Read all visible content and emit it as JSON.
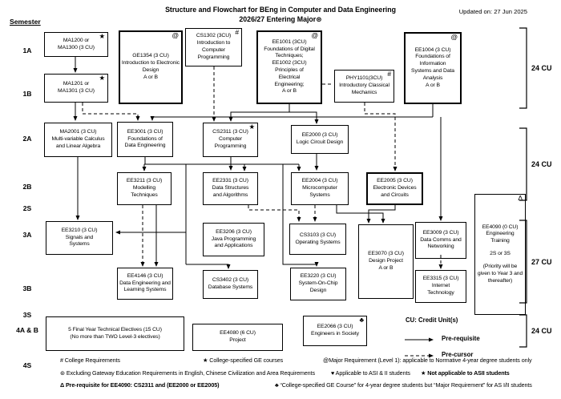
{
  "header": {
    "title_line1": "Structure and Flowchart for BEng in Computer and Data Engineering",
    "title_line2": "2026/27 Entering Major⊛",
    "updated": "Updated on: 27 Jun 2025",
    "semester_heading": "Semester"
  },
  "semesters": [
    "1A",
    "1B",
    "2A",
    "2B",
    "2S",
    "3A",
    "3B",
    "3S",
    "4A & B",
    "4S"
  ],
  "courses": [
    {
      "id": "MA1200",
      "symbol": "★",
      "lines": [
        "MA1200 or",
        "MA1300 (3 CU)"
      ]
    },
    {
      "id": "MA1201",
      "symbol": "★",
      "lines": [
        "MA1201 or",
        "MA1301 (3 CU)"
      ]
    },
    {
      "id": "GE1354",
      "symbol": "@",
      "lines": [
        "GE1354 (3 CU)",
        "Introduction to Electronic",
        "Design",
        "A or B"
      ]
    },
    {
      "id": "CS1302",
      "symbol": "#",
      "lines": [
        "CS1302 (3CU)",
        "Introduction to",
        "Computer",
        "Programming"
      ]
    },
    {
      "id": "EE1001",
      "symbol": "@",
      "lines": [
        "EE1001 (3CU)",
        "Foundations of Digital",
        "Techniques;",
        "EE1002 (3CU)",
        "Principles of",
        "Electrical",
        "Engineering;",
        "A or B"
      ]
    },
    {
      "id": "PHY1101",
      "symbol": "#",
      "lines": [
        "PHY1101(3CU)",
        "Introductory Classical",
        "Mechanics"
      ]
    },
    {
      "id": "EE1004",
      "symbol": "@",
      "lines": [
        "EE1004 (3 CU)",
        "Foundations of",
        "Information",
        "Systems and Data",
        "Analysis",
        "A or B"
      ]
    },
    {
      "id": "MA2001",
      "symbol": "",
      "lines": [
        "MA2001 (3 CU)",
        "Multi-variable Calculus",
        "and Linear Algebra"
      ]
    },
    {
      "id": "EE3001",
      "symbol": "",
      "lines": [
        "EE3001 (3 CU)",
        "Foundations of",
        "Data Engineering"
      ]
    },
    {
      "id": "CS2311",
      "symbol": "★",
      "lines": [
        "CS2311 (3 CU)",
        "Computer",
        "Programming"
      ]
    },
    {
      "id": "EE2000",
      "symbol": "",
      "lines": [
        "EE2000 (3 CU)",
        "Logic Circuit Design"
      ]
    },
    {
      "id": "EE3211",
      "symbol": "",
      "lines": [
        "EE3211 (3 CU)",
        "Modelling",
        "Techniques"
      ]
    },
    {
      "id": "EE2331",
      "symbol": "",
      "lines": [
        "EE2331 (3 CU)",
        "Data Structures",
        "and Algorithms"
      ]
    },
    {
      "id": "EE2004",
      "symbol": "",
      "lines": [
        "EE2004  (3 CU)",
        "Microcomputer",
        "Systems"
      ]
    },
    {
      "id": "EE2005",
      "symbol": "",
      "lines": [
        "EE2005 (3 CU)",
        "Electronic Devices",
        "and Circuits"
      ]
    },
    {
      "id": "EE3210",
      "symbol": "",
      "lines": [
        "EE3210  (3 CU)",
        "Signals and",
        "Systems"
      ]
    },
    {
      "id": "EE3206",
      "symbol": "",
      "lines": [
        "EE3206 (3 CU)",
        "Java Programming",
        "and Applications"
      ]
    },
    {
      "id": "CS3103",
      "symbol": "",
      "lines": [
        "CS3103 (3 CU)",
        "Operating Systems"
      ]
    },
    {
      "id": "EE3070",
      "symbol": "",
      "lines": [
        "EE3070 (3 CU)",
        "Design Project",
        "A or B"
      ]
    },
    {
      "id": "EE3009",
      "symbol": "",
      "lines": [
        "EE3009 (3 CU)",
        "Data Comms and",
        "Networking"
      ]
    },
    {
      "id": "EE4146",
      "symbol": "",
      "lines": [
        "EE4146 (3 CU)",
        "Data Engineering and",
        "Learning Systems"
      ]
    },
    {
      "id": "CS3402",
      "symbol": "",
      "lines": [
        "CS3402 (3 CU)",
        "Database Systems"
      ]
    },
    {
      "id": "EE3220",
      "symbol": "",
      "lines": [
        "EE3220  (3 CU)",
        "System-On-Chip",
        "Design"
      ]
    },
    {
      "id": "EE3315",
      "symbol": "",
      "lines": [
        "EE3315 (3 CU)",
        "Internet",
        "Technology"
      ]
    },
    {
      "id": "EE4090",
      "symbol": "Δ",
      "lines": [
        "EE4090 (0 CU)",
        "Engineering",
        "Training",
        "",
        "2S or 3S",
        "",
        "(Priority will be",
        "given to Year 3 and",
        "thereafter)"
      ]
    },
    {
      "id": "ELECT",
      "symbol": "",
      "lines": [
        "5 Final Year Technical Electives (15 CU)",
        "(No more than TWO Level-3 electives)"
      ]
    },
    {
      "id": "EE4080",
      "symbol": "",
      "lines": [
        "EE4080 (6 CU)",
        "Project"
      ]
    },
    {
      "id": "EE2066",
      "symbol": "♣",
      "lines": [
        "EE2066 (3 CU)",
        "Engineers in Society"
      ]
    }
  ],
  "brackets": [
    {
      "label": "24 CU"
    },
    {
      "label": "24 CU"
    },
    {
      "label": "27 CU"
    },
    {
      "label": "24 CU"
    }
  ],
  "legend": {
    "cu_note": "CU: Credit Unit(s)",
    "prerequisite_label": "Pre-requisite",
    "precursor_label": "Pre-cursor"
  },
  "footnotes": {
    "line1": [
      {
        "text": "#  College Requirements",
        "bold": false
      },
      {
        "text": "★  College-specified GE courses",
        "bold": false
      },
      {
        "text": "@Major Requirement (Level 1): applicable to Normative 4-year degree students only",
        "bold": false
      }
    ],
    "line2": [
      {
        "text": "⊛ Excluding Gateway Education Requirements in English, Chinese Civilization and Area Requirements",
        "bold": false
      },
      {
        "text": "♥ Applicable to ASI & II students",
        "bold": false
      },
      {
        "text": "★ Not applicable to ASII students",
        "bold": true
      }
    ],
    "line3": [
      {
        "text": "Δ  Pre-requisite for EE4090: CS2311 and (EE2000 or EE2005)",
        "bold": true
      },
      {
        "text": "♣  “College-specified GE Course” for 4-year degree students but “Major Requirement” for AS I/II students",
        "bold": false
      }
    ]
  }
}
